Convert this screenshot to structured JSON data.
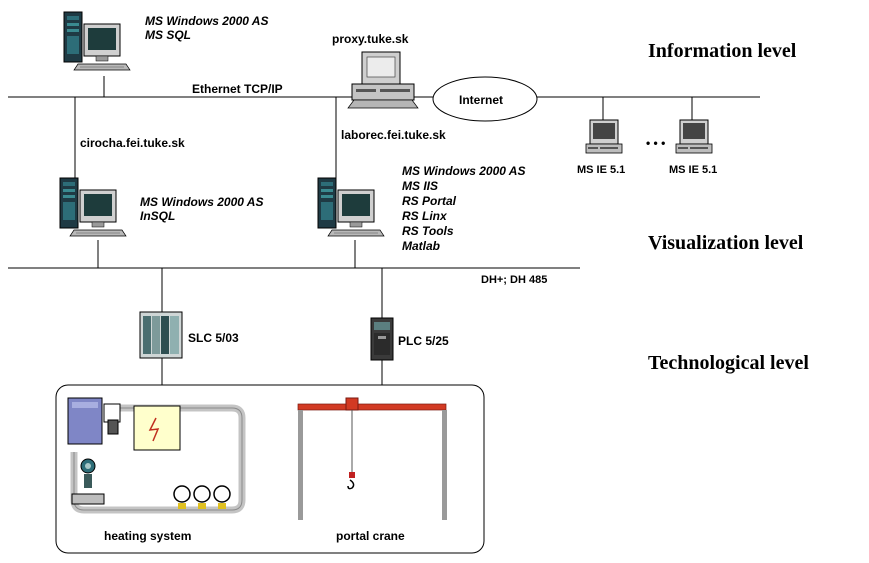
{
  "levels": {
    "information": "Information level",
    "visualization": "Visualization level",
    "technological": "Technological level"
  },
  "servers": {
    "top_left": {
      "os": "MS Windows 2000 AS",
      "db": "MS SQL"
    },
    "host_cirocha": "cirocha.fei.tuke.sk",
    "mid_left": {
      "os": "MS Windows 2000 AS",
      "db": "InSQL"
    },
    "host_laborec": "laborec.fei.tuke.sk",
    "mid_right": {
      "software": [
        "MS Windows 2000 AS",
        "MS IIS",
        "RS Portal",
        "RS Linx",
        "RS Tools",
        "Matlab"
      ]
    },
    "proxy": "proxy.tuke.sk"
  },
  "networks": {
    "ethernet": "Ethernet TCP/IP",
    "internet": "Internet",
    "fieldbus": "DH+; DH 485"
  },
  "clients": {
    "left": "MS IE 5.1",
    "ellipsis": "• • •",
    "right": "MS IE 5.1"
  },
  "controllers": {
    "slc": "SLC 5/03",
    "plc": "PLC 5/25"
  },
  "processes": {
    "heating": "heating system",
    "crane": "portal crane"
  },
  "colors": {
    "line": "#000000",
    "tower_dark": "#1f3a44",
    "tower_teal": "#2d6d78",
    "screen": "#2f7a78",
    "pipe": "#c4c4c4",
    "crane_beam": "#d23a23",
    "heater_panel": "#ffffcc",
    "boiler": "#7f86c6"
  }
}
